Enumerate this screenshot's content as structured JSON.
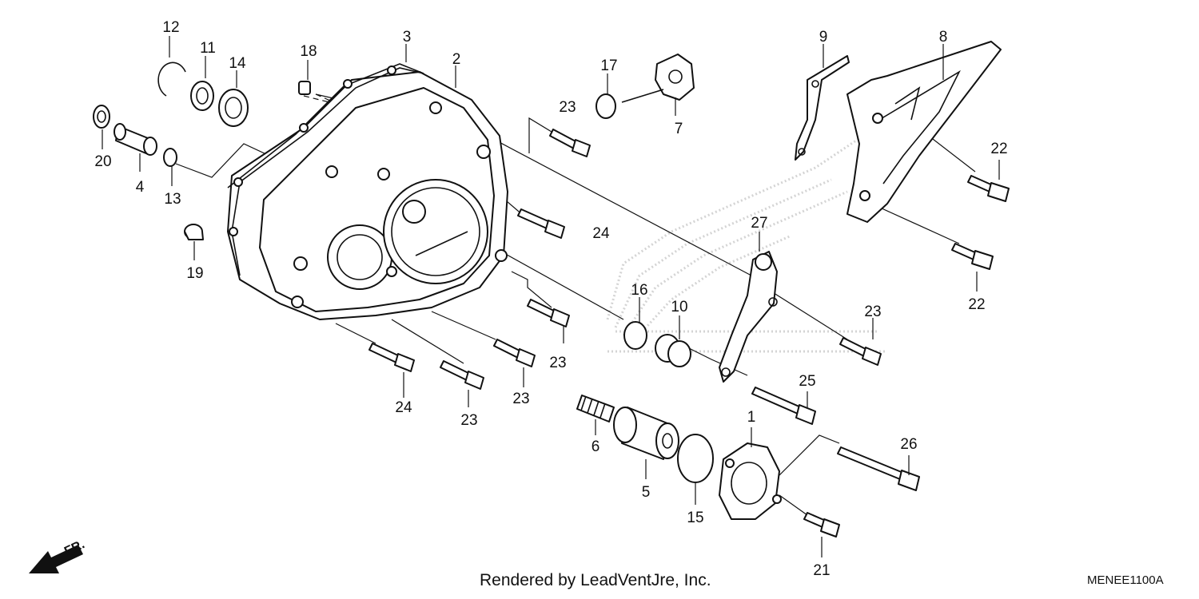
{
  "callouts": {
    "c1": "1",
    "c2": "2",
    "c3": "3",
    "c4": "4",
    "c5": "5",
    "c6": "6",
    "c7": "7",
    "c8": "8",
    "c9": "9",
    "c10": "10",
    "c11": "11",
    "c12": "12",
    "c13": "13",
    "c14": "14",
    "c15": "15",
    "c16": "16",
    "c17": "17",
    "c18": "18",
    "c19": "19",
    "c20": "20",
    "c21": "21",
    "c22": "22",
    "c23": "23",
    "c24": "24",
    "c25": "25",
    "c26": "26",
    "c27": "27"
  },
  "footer": {
    "credit": "Rendered by LeadVentJre, Inc.",
    "diagram_code": "MENEE1100A",
    "front_marker": "FR."
  },
  "icons": {
    "front_arrow": "arrow-down-left-icon",
    "watermark": "honda-wing-watermark"
  },
  "colors": {
    "line": "#111111",
    "watermark": "#d4d4d4",
    "background": "#ffffff"
  }
}
